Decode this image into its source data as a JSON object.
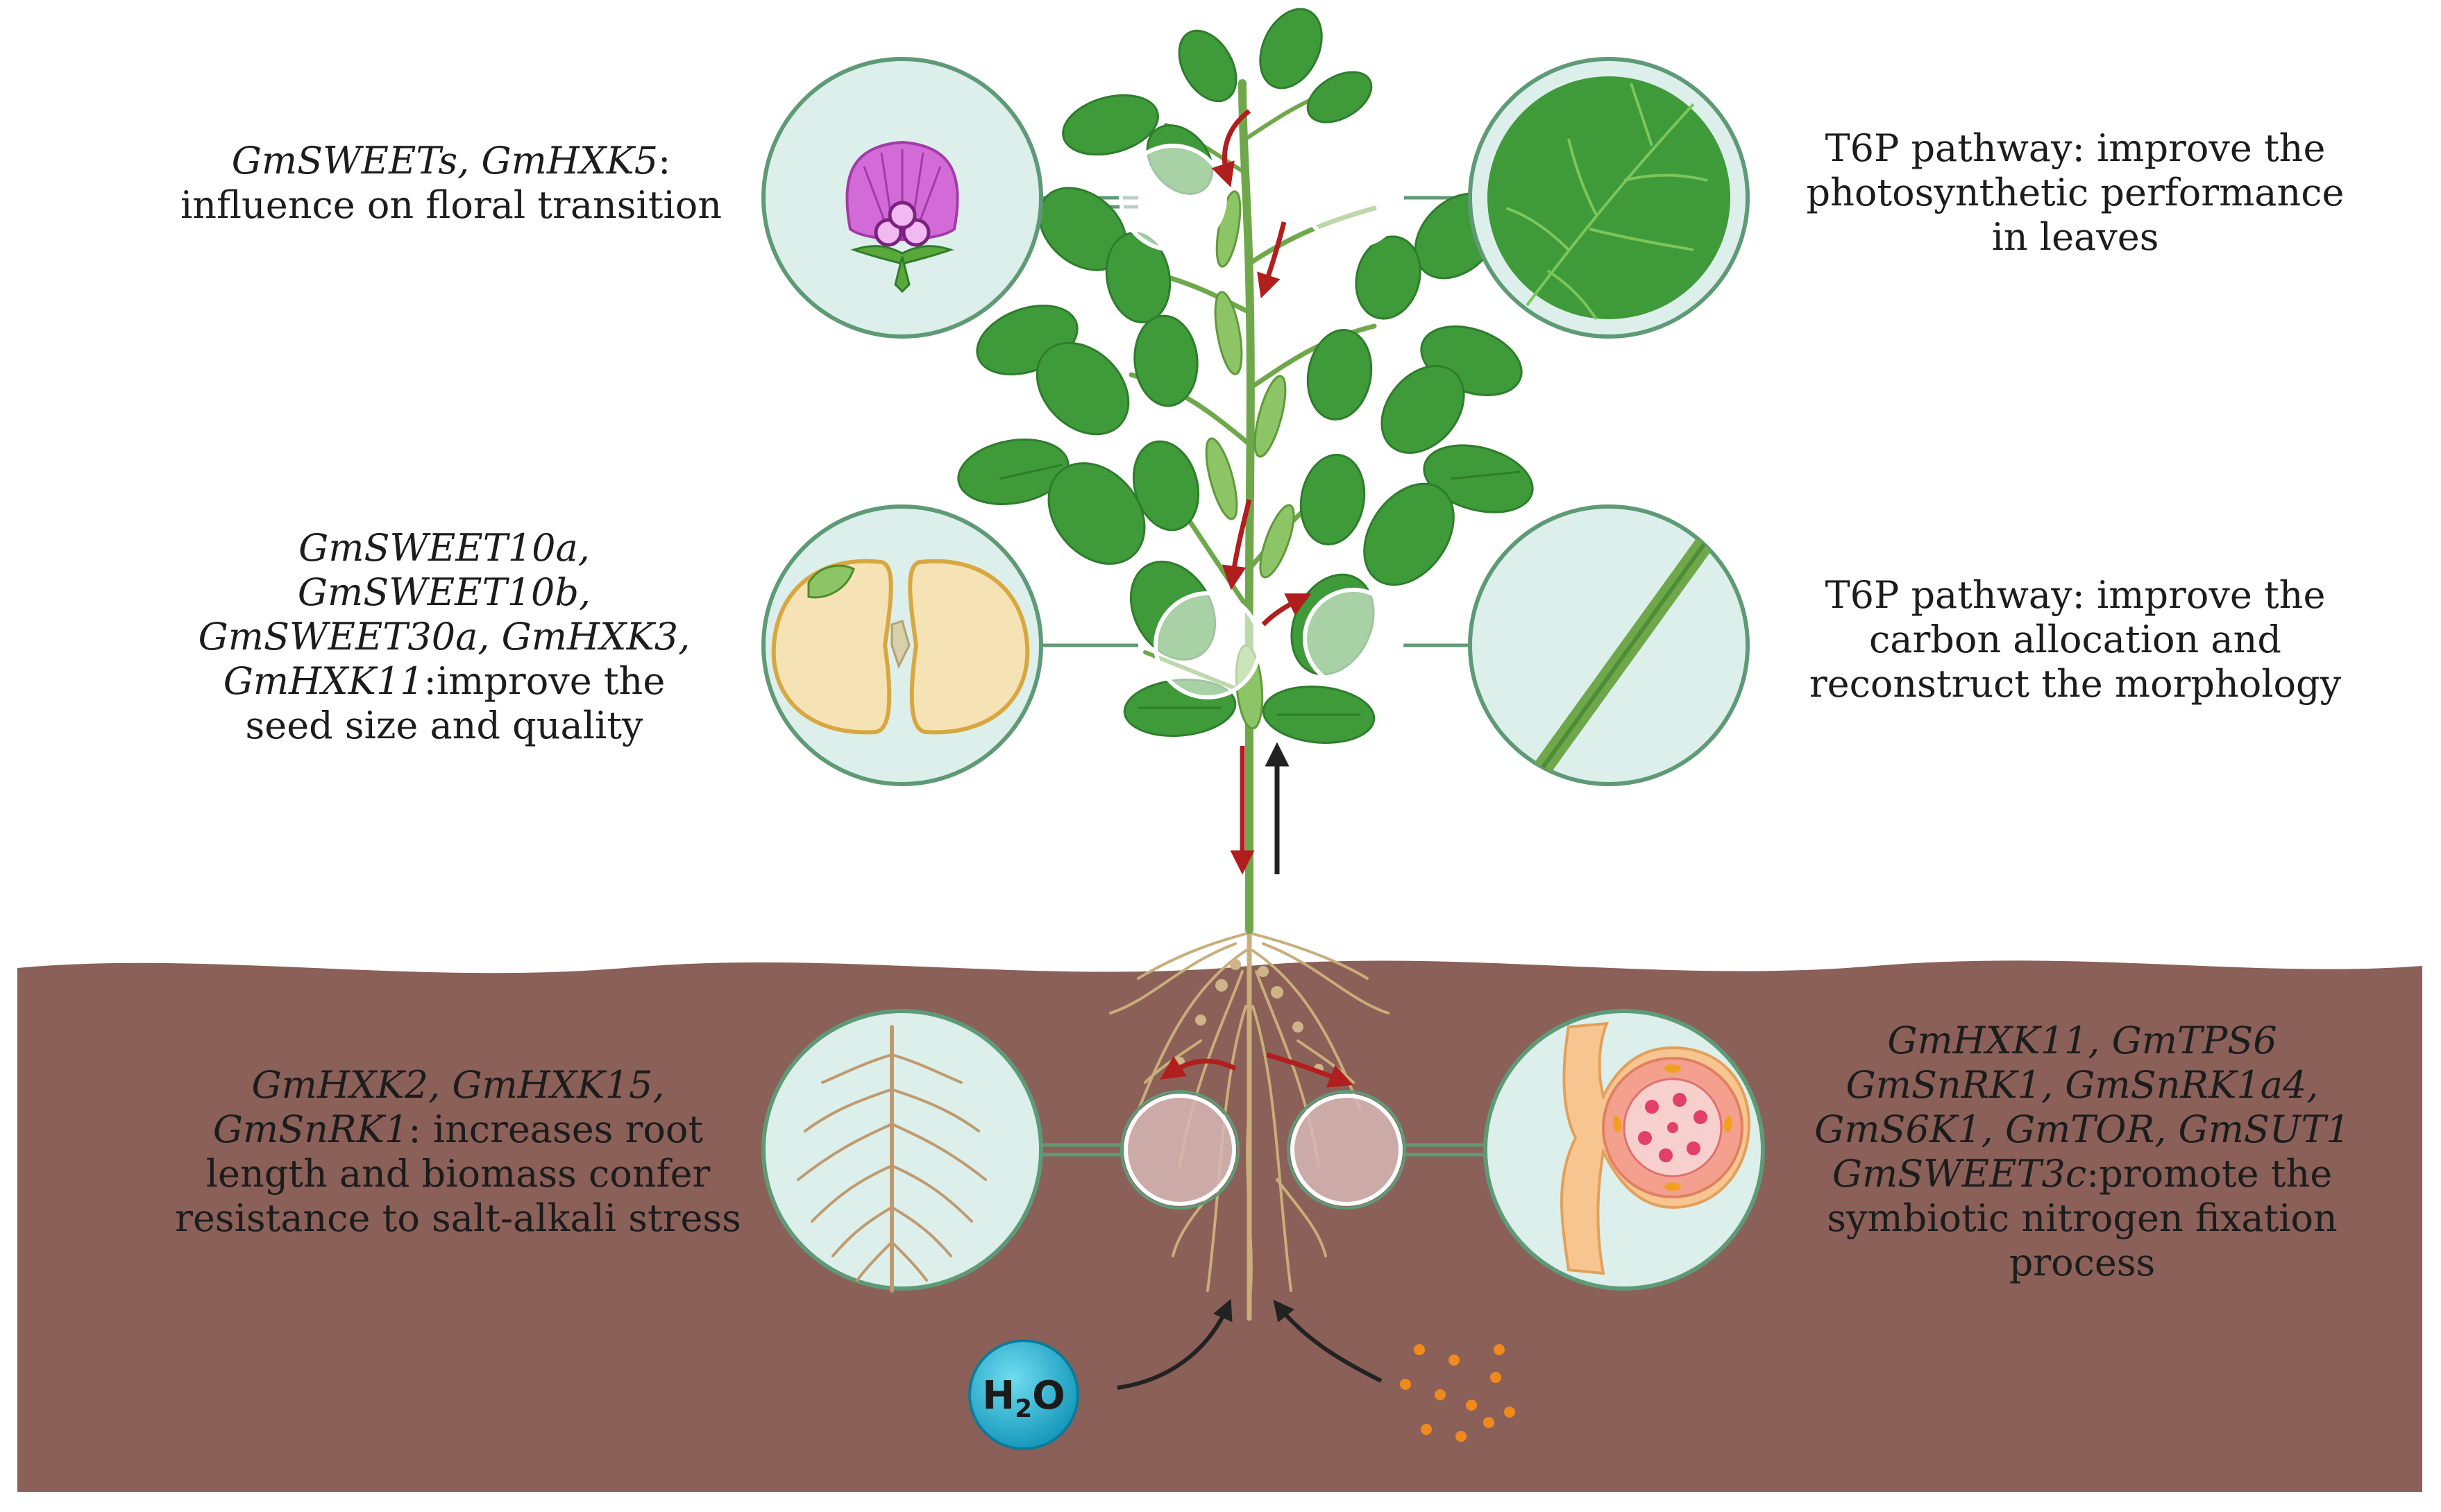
{
  "captions": {
    "flower": {
      "line1_genes": "GmSWEETs, GmHXK5",
      "line1_rest": ":",
      "line2": "influence on floral transition"
    },
    "leaf": {
      "line1": "T6P pathway: improve the",
      "line2": "photosynthetic performance",
      "line3": "in leaves"
    },
    "seed": {
      "line1_genes": "GmSWEET10a,",
      "line2_genes": "GmSWEET10b,",
      "line3_genes": "GmSWEET30a, GmHXK3,",
      "line4_genes": "GmHXK11",
      "line4_rest": ":improve the",
      "line5": "seed size and quality"
    },
    "stem": {
      "line1": "T6P pathway: improve the",
      "line2": "carbon allocation and",
      "line3": "reconstruct the morphology"
    },
    "root": {
      "line1_genes": "GmHXK2, GmHXK15,",
      "line2_genes": "GmSnRK1",
      "line2_rest": ": increases root",
      "line3": "length and biomass confer",
      "line4": "resistance to salt-alkali stress"
    },
    "nodule": {
      "line1_genes": "GmHXK11, GmTPS6",
      "line2_genes": "GmSnRK1, GmSnRK1a4,",
      "line3_genes": "GmS6K1, GmTOR, GmSUT1",
      "line4_genes": "GmSWEET3c",
      "line4_rest": ":promote the",
      "line5": "symbiotic nitrogen fixation",
      "line6": "process"
    }
  },
  "water": {
    "label_main": "H",
    "label_sub": "2",
    "label_end": "O"
  },
  "colors": {
    "soil": "#8a6058",
    "circle_fill": "#dcefeb",
    "circle_stroke": "#5f9a77",
    "leaf_green": "#3f9a3a",
    "leaf_dark": "#2e7d2c",
    "stem": "#6fa84a",
    "root": "#c9ad7a",
    "flux_arrow": "#b01e1e",
    "uptake_arrow": "#222222",
    "water_drop": "#23b4d3",
    "nutrient": "#f08a1c"
  }
}
